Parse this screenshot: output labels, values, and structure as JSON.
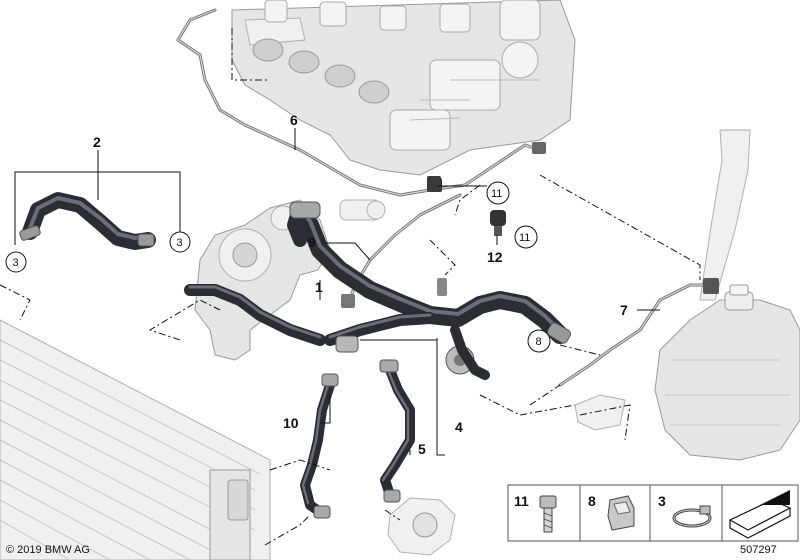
{
  "callouts": {
    "c1": "1",
    "c2": "2",
    "c3a": "3",
    "c3b": "3",
    "c4": "4",
    "c5": "5",
    "c6": "6",
    "c7": "7",
    "c8": "8",
    "c9": "9",
    "c10": "10",
    "c11a": "11",
    "c11b": "11",
    "c12": "12"
  },
  "legend": {
    "item11": "11",
    "item8": "8",
    "item3": "3"
  },
  "footer": {
    "copyright": "© 2019 BMW AG",
    "diagram_number": "507297"
  }
}
